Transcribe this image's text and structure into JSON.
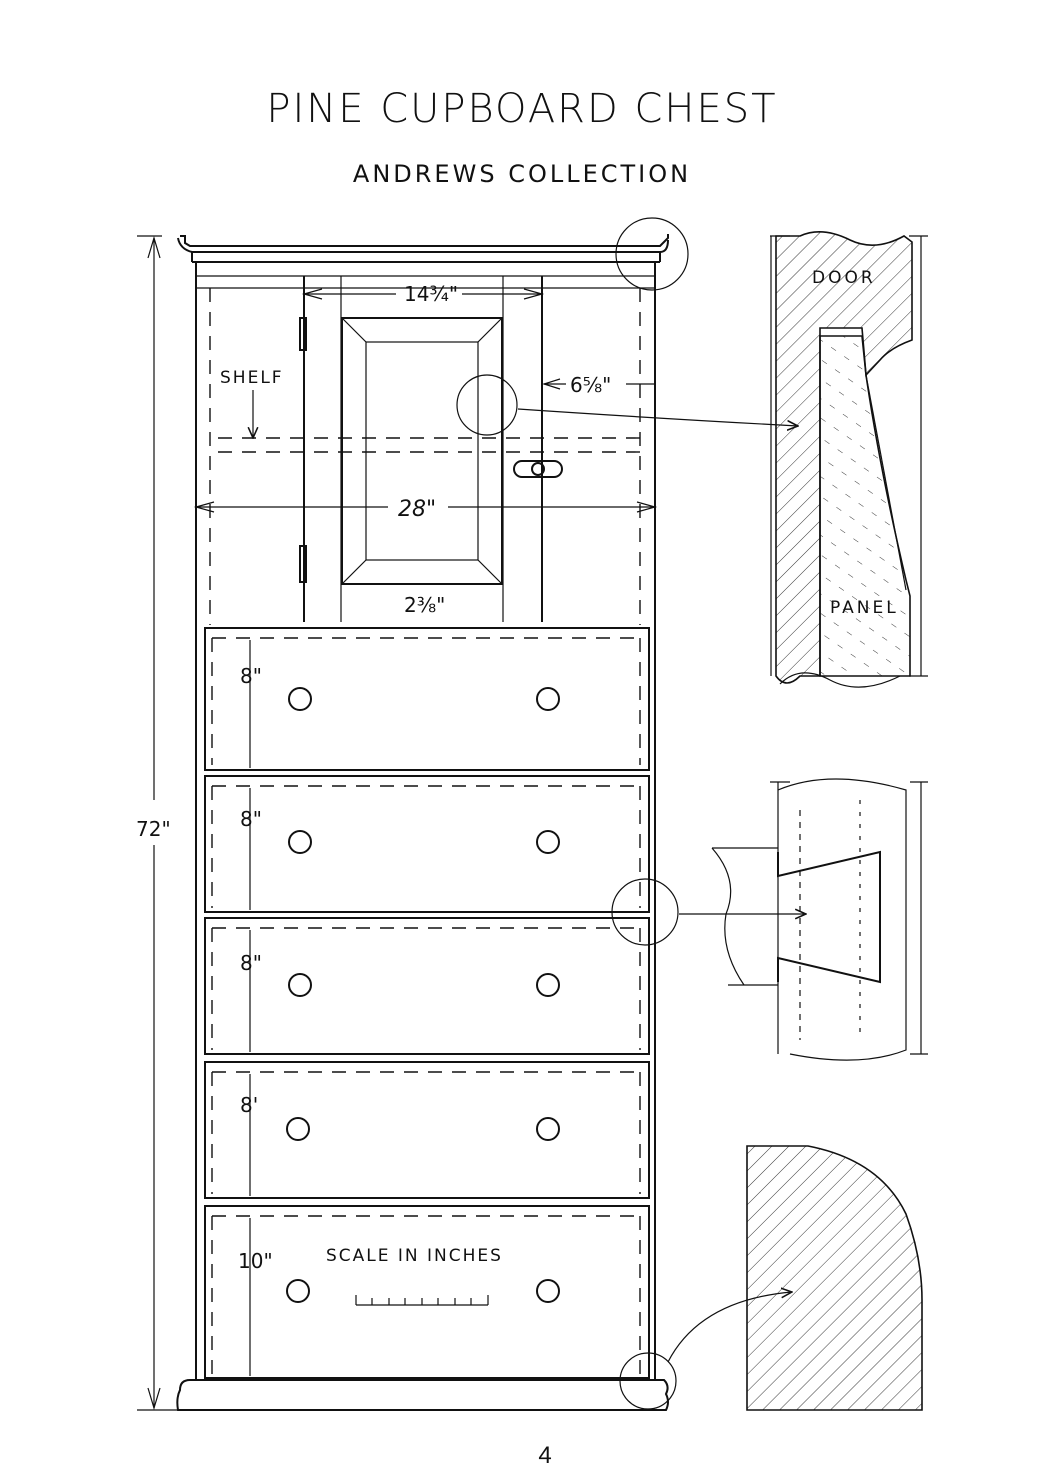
{
  "title": "PINE CUPBOARD CHEST",
  "subtitle": "ANDREWS COLLECTION",
  "page_number": "4",
  "dimensions": {
    "overall_height": "72\"",
    "panel_width": "14¾\"",
    "stile_width": "6⅝\"",
    "cabinet_width": "28\"",
    "rail_width": "2⅜\"",
    "drawer_1": "8\"",
    "drawer_2": "8\"",
    "drawer_3": "8\"",
    "drawer_4": "8'",
    "drawer_5": "10\""
  },
  "labels": {
    "shelf": "SHELF",
    "scale": "SCALE IN INCHES",
    "door": "DOOR",
    "panel": "PANEL"
  }
}
